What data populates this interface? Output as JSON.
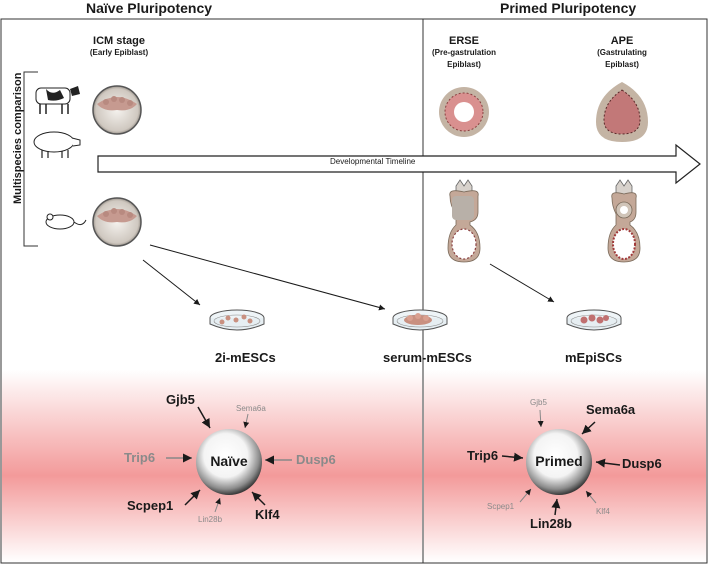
{
  "headers": {
    "naive": "Naïve Pluripotency",
    "primed": "Primed Pluripotency"
  },
  "stages": {
    "icm": {
      "title": "ICM stage",
      "subtitle": "(Early Epiblast)"
    },
    "erse": {
      "title": "ERSE",
      "line1": "(Pre-gastrulation",
      "line2": "Epiblast)"
    },
    "ape": {
      "title": "APE",
      "line1": "(Gastrulating",
      "line2": "Epiblast)"
    }
  },
  "side_label": "Multispecies comparison",
  "timeline_label": "Developmental Timeline",
  "cell_lines": {
    "two_i": "2i-mESCs",
    "serum": "serum-mESCs",
    "epi": "mEpiSCs"
  },
  "naive_panel": {
    "center": "Naïve",
    "genes": {
      "gjb5": "Gjb5",
      "sema6a": "Sema6a",
      "trip6": "Trip6",
      "dusp6": "Dusp6",
      "scpep1": "Scpep1",
      "klf4": "Klf4",
      "lin28b": "Lin28b"
    }
  },
  "primed_panel": {
    "center": "Primed",
    "genes": {
      "gjb5": "Gjb5",
      "sema6a": "Sema6a",
      "trip6": "Trip6",
      "dusp6": "Dusp6",
      "scpep1": "Scpep1",
      "klf4": "Klf4",
      "lin28b": "Lin28b"
    }
  },
  "colors": {
    "panel_red": "#f08a8a",
    "arrow": "#1a1a1a",
    "embryo_pink": "#d9908f",
    "embryo_tan": "#c4b4a4"
  },
  "icons": [
    "cow-icon",
    "pig-icon",
    "mouse-icon",
    "blastocyst-icon",
    "petri-dish-icon",
    "egg-cylinder-icon",
    "sphere-icon"
  ]
}
